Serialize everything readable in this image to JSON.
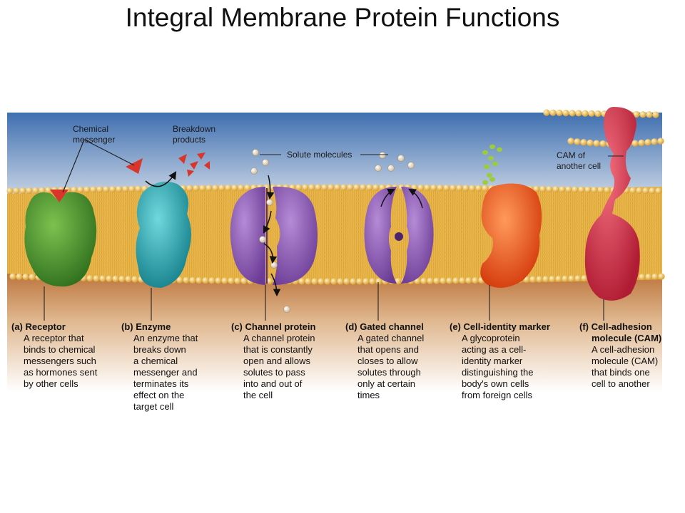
{
  "title": "Integral Membrane Protein Functions",
  "labels": {
    "chemical_messenger": [
      "Chemical",
      "messenger"
    ],
    "breakdown_products": [
      "Breakdown",
      "products"
    ],
    "solute_molecules": "Solute molecules",
    "cam_of_another_cell": [
      "CAM of",
      "another cell"
    ]
  },
  "captions": [
    {
      "title": [
        "(a) Receptor"
      ],
      "lines": [
        "A receptor that",
        "binds to chemical",
        "messengers such",
        "as hormones sent",
        "by other cells"
      ]
    },
    {
      "title": [
        "(b) Enzyme"
      ],
      "lines": [
        "An enzyme that",
        "breaks down",
        "a chemical",
        "messenger and",
        "terminates its",
        "effect on the",
        "target cell"
      ]
    },
    {
      "title": [
        "(c) Channel protein"
      ],
      "lines": [
        "A channel protein",
        "that is constantly",
        "open and allows",
        "solutes to pass",
        "into and out of",
        "the cell"
      ]
    },
    {
      "title": [
        "(d) Gated channel"
      ],
      "lines": [
        "A gated channel",
        "that opens and",
        "closes to allow",
        "solutes through",
        "only at certain",
        "times"
      ]
    },
    {
      "title": [
        "(e) Cell-identity marker"
      ],
      "lines": [
        "A glycoprotein",
        "acting as a cell-",
        "identity marker",
        "distinguishing the",
        "body's own cells",
        "from foreign cells"
      ]
    },
    {
      "title": [
        "(f) Cell-adhesion",
        "molecule (CAM)"
      ],
      "lines": [
        "A cell-adhesion",
        "molecule (CAM)",
        "that binds one",
        "cell to another"
      ]
    }
  ],
  "colors": {
    "extracellular_top": "#3f6fb0",
    "extracellular_bottom": "#e2e8ef",
    "cytoplasm_top": "#b5682c",
    "cytoplasm_bottom": "#ffffff",
    "membrane": "#e7b33e",
    "head": "#f1c65a",
    "receptor": "#4f9a2e",
    "enzyme": "#2fb3bf",
    "channel": "#8a55b5",
    "marker": "#f0561d",
    "cam": "#d8334a",
    "messenger": "#d9352a",
    "solute": "#efe6d4",
    "glyco": "#9ccc3a"
  }
}
